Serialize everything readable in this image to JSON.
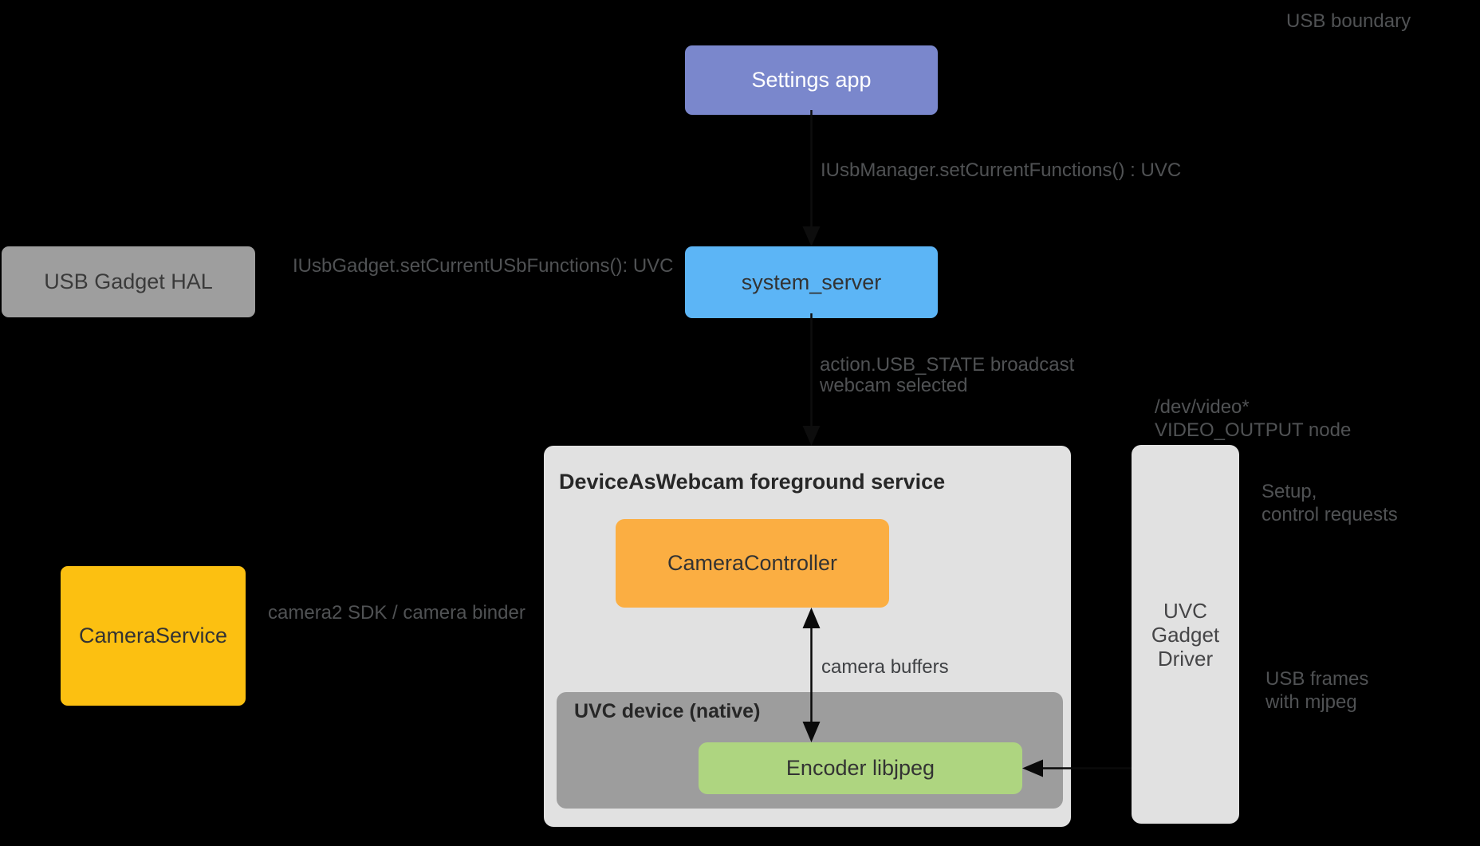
{
  "canvas": {
    "background": "#000000"
  },
  "labels": {
    "usb_boundary": "USB boundary",
    "iusbmanager": "IUsbManager.setCurrentFunctions() : UVC",
    "iusbgadget": "IUsbGadget.setCurrentUSbFunctions(): UVC",
    "usb_state_line1": "action.USB_STATE broadcast",
    "usb_state_line2": "webcam selected",
    "devvideo_line1": "/dev/video*",
    "devvideo_line2": "VIDEO_OUTPUT node",
    "setup_line1": "Setup,",
    "setup_line2": "control requests",
    "usbframes_line1": "USB frames",
    "usbframes_line2": "with mjpeg",
    "camera2_sdk": "camera2 SDK / camera binder",
    "camera_buffers": "camera buffers"
  },
  "nodes": {
    "settings_app": {
      "label": "Settings app",
      "color": "#7A87CC",
      "text_color": "#FFFFFF"
    },
    "system_server": {
      "label": "system_server",
      "color": "#5CB5F6",
      "text_color": "#333333"
    },
    "usb_gadget_hal": {
      "label": "USB Gadget HAL",
      "color": "#9E9E9E",
      "text_color": "#3A3A3A"
    },
    "camera_service": {
      "label": "CameraService",
      "color": "#FCC011",
      "text_color": "#333333"
    },
    "foreground_service": {
      "title": "DeviceAsWebcam foreground service",
      "color": "#E1E1E1"
    },
    "camera_controller": {
      "label": "CameraController",
      "color": "#FBAE42",
      "text_color": "#333333"
    },
    "uvc_device": {
      "title": "UVC device (native)",
      "color": "#9D9D9D"
    },
    "encoder": {
      "label": "Encoder libjpeg",
      "color": "#AED580",
      "text_color": "#333333"
    },
    "uvc_gadget_driver": {
      "line1": "UVC",
      "line2": "Gadget",
      "line3": "Driver",
      "color": "#E1E1E1",
      "text_color": "#454547"
    }
  }
}
